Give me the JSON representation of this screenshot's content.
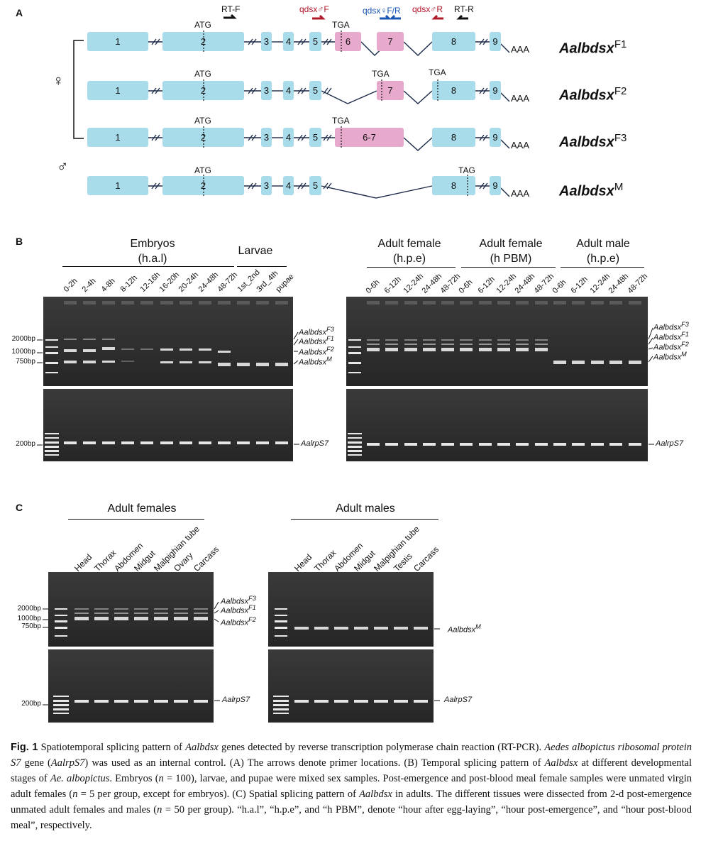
{
  "panels": {
    "a": "A",
    "b": "B",
    "c": "C"
  },
  "gene_model": {
    "primers": {
      "rt_f": "RT-F",
      "qdsx_m_f": "qdsx♂F",
      "qdsx_f_fr": "qdsx♀F/R",
      "qdsx_m_r": "qdsx♂R",
      "rt_r": "RT-R"
    },
    "primer_colors": {
      "black": "#111111",
      "red": "#b0182a",
      "blue": "#1a57b3"
    },
    "female_symbol": "♀",
    "male_symbol": "♂",
    "tail": "AAA",
    "codons": {
      "atg": "ATG",
      "tga": "TGA",
      "tag": "TAG"
    },
    "exon_labels": {
      "e1": "1",
      "e2": "2",
      "e3": "3",
      "e4": "4",
      "e5": "5",
      "e6": "6",
      "e7": "7",
      "e67": "6-7",
      "e8": "8",
      "e9": "9"
    },
    "transcripts": [
      {
        "name": "Aalbdsx",
        "sup": "F1"
      },
      {
        "name": "Aalbdsx",
        "sup": "F2"
      },
      {
        "name": "Aalbdsx",
        "sup": "F3"
      },
      {
        "name": "Aalbdsx",
        "sup": "M"
      }
    ],
    "exon_colors": {
      "blue": "#a9dcea",
      "pink": "#e7aacd"
    }
  },
  "panel_b": {
    "left": {
      "group1": "Embryos",
      "group1_sub": "(h.a.l)",
      "group2": "Larvae",
      "lanes": [
        "0-2h",
        "2-4h",
        "4-8h",
        "8-12h",
        "12-16h",
        "16-20h",
        "20-24h",
        "24-48h",
        "48-72h",
        "1st_2nd",
        "3rd_4th",
        "pupae"
      ],
      "ladder": [
        "2000bp",
        "1000bp",
        "750bp"
      ],
      "ladder2": "200bp",
      "bands": [
        {
          "name": "Aalbdsx",
          "sup": "F3"
        },
        {
          "name": "Aalbdsx",
          "sup": "F1"
        },
        {
          "name": "Aalbdsx",
          "sup": "F2"
        },
        {
          "name": "Aalbdsx",
          "sup": "M"
        }
      ],
      "control": "AalrpS7"
    },
    "right": {
      "group1": "Adult female",
      "group1_sub": "(h.p.e)",
      "group2": "Adult female",
      "group2_sub": "(h PBM)",
      "group3": "Adult male",
      "group3_sub": "(h.p.e)",
      "lanes": [
        "0-6h",
        "6-12h",
        "12-24h",
        "24-48h",
        "48-72h",
        "0-6h",
        "6-12h",
        "12-24h",
        "24-48h",
        "48-72h",
        "0-6h",
        "6-12h",
        "12-24h",
        "24-48h",
        "48-72h"
      ],
      "bands": [
        {
          "name": "Aalbdsx",
          "sup": "F3"
        },
        {
          "name": "Aalbdsx",
          "sup": "F1"
        },
        {
          "name": "Aalbdsx",
          "sup": "F2"
        },
        {
          "name": "Aalbdsx",
          "sup": "M"
        }
      ],
      "control": "AalrpS7"
    }
  },
  "panel_c": {
    "females": {
      "title": "Adult females",
      "lanes": [
        "Head",
        "Thorax",
        "Abdomen",
        "Midgut",
        "Malpighian tube",
        "Ovary",
        "Carcass"
      ],
      "ladder": [
        "2000bp",
        "1000bp",
        "750bp"
      ],
      "ladder2": "200bp",
      "bands": [
        {
          "name": "Aalbdsx",
          "sup": "F3"
        },
        {
          "name": "Aalbdsx",
          "sup": "F1"
        },
        {
          "name": "Aalbdsx",
          "sup": "F2"
        }
      ],
      "control": "AalrpS7"
    },
    "males": {
      "title": "Adult males",
      "lanes": [
        "Head",
        "Thorax",
        "Abdomen",
        "Midgut",
        "Malpighian tube",
        "Testis",
        "Carcass"
      ],
      "band": {
        "name": "Aalbdsx",
        "sup": "M"
      },
      "control": "AalrpS7"
    }
  },
  "caption": {
    "fig": "Fig. 1",
    "seg1": " Spatiotemporal splicing pattern of ",
    "gene1": "Aalbdsx",
    "seg2": " genes detected by reverse transcription polymerase chain reaction (RT-PCR). ",
    "species1": "Aedes albopictus ribosomal protein S7",
    "seg3": " gene (",
    "gene2": "AalrpS7",
    "seg4": ") was used as an internal control. (A) The arrows denote primer locations. (B) Temporal splicing pattern of ",
    "gene3": "Aalbdsx",
    "seg5": " at different developmental stages of ",
    "species2": "Ae. albopictus",
    "seg6": ". Embryos (",
    "n1": "n",
    "seg7": " = 100), larvae, and pupae were mixed sex samples. Post-emergence and post-blood meal female samples were unmated virgin adult females (",
    "n2": "n",
    "seg8": " = 5 per group, except for embryos). (C) Spatial splicing pattern of ",
    "gene4": "Aalbdsx",
    "seg9": " in adults. The different tissues were dissected from 2-d post-emergence unmated adult females and males (",
    "n3": "n",
    "seg10": " = 50 per group). “h.a.l”, “h.p.e”, and “h PBM”, denote “hour after egg-laying”, “hour post-emergence”, and “hour post-blood meal”, respectively."
  }
}
